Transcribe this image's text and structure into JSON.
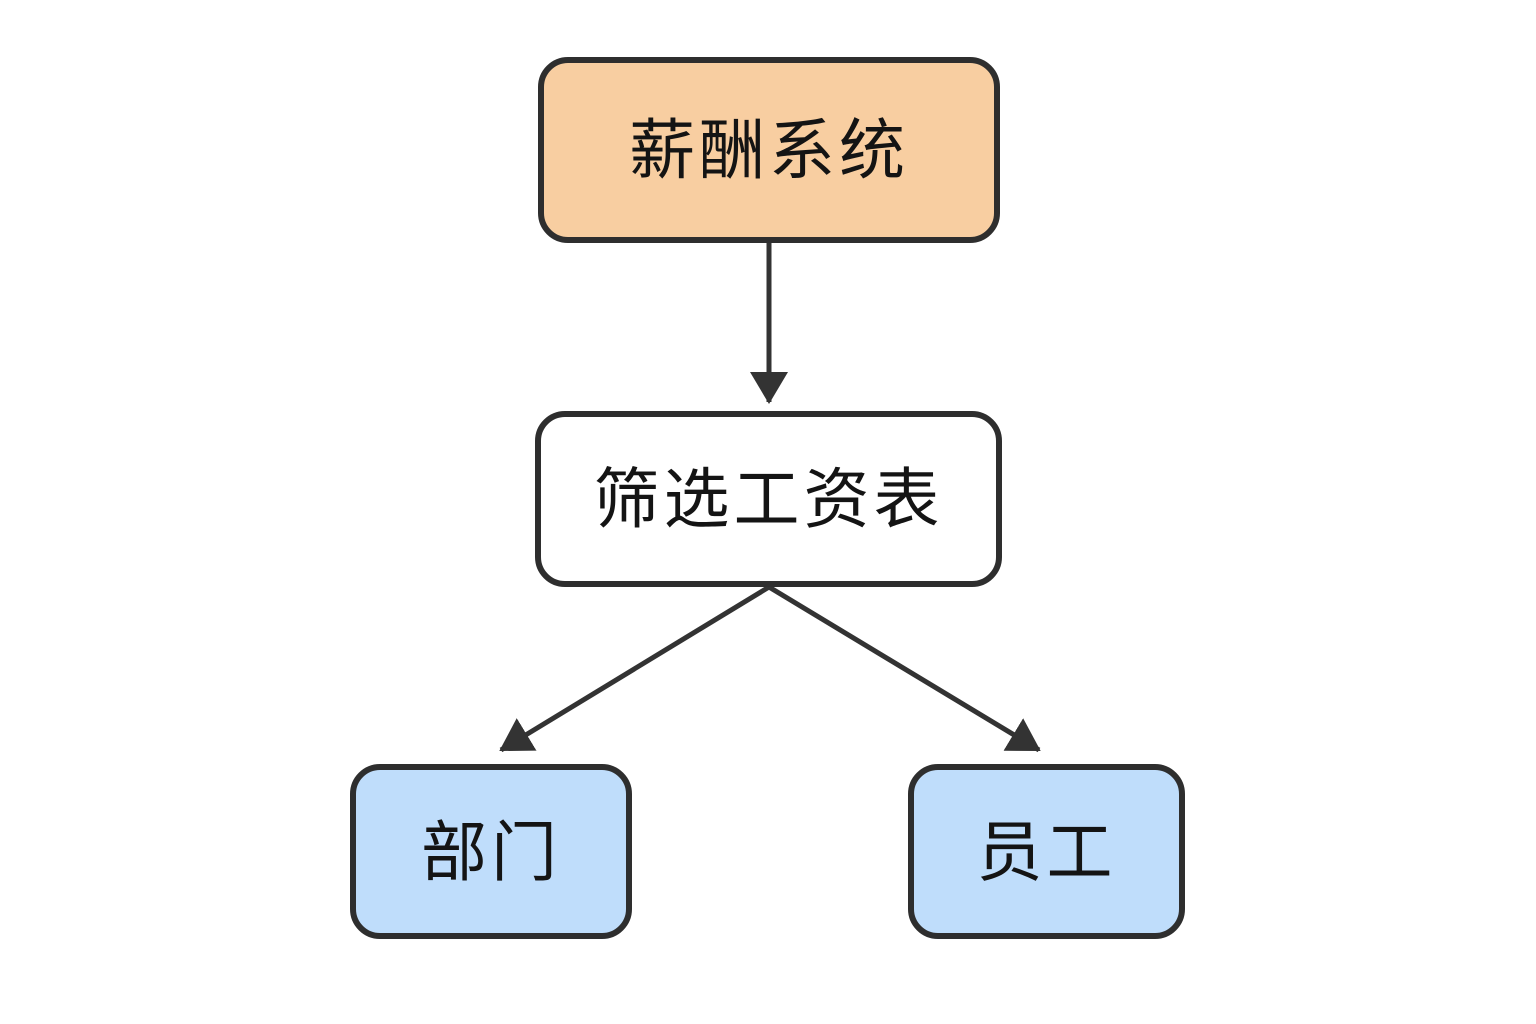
{
  "diagram": {
    "type": "flowchart",
    "background_color": "#FFFFFF",
    "border_color": "#2E2E2E",
    "arrow_color": "#333333",
    "text_color": "#141414",
    "nodes": [
      {
        "id": "salary-system",
        "label": "薪酬系统",
        "fill": "#F8CEA1",
        "shape": "rounded-rectangle",
        "row": "top"
      },
      {
        "id": "filter-payroll",
        "label": "筛选工资表",
        "fill": "#FFFFFF",
        "shape": "rounded-rectangle",
        "row": "middle"
      },
      {
        "id": "department",
        "label": "部门",
        "fill": "#BFDDFB",
        "shape": "rounded-rectangle",
        "row": "bottom-left"
      },
      {
        "id": "employee",
        "label": "员工",
        "fill": "#BFDDFB",
        "shape": "rounded-rectangle",
        "row": "bottom-right"
      }
    ],
    "edges": [
      {
        "from": "salary-system",
        "to": "filter-payroll",
        "style": "arrow"
      },
      {
        "from": "filter-payroll",
        "to": "department",
        "style": "arrow"
      },
      {
        "from": "filter-payroll",
        "to": "employee",
        "style": "arrow"
      }
    ]
  }
}
